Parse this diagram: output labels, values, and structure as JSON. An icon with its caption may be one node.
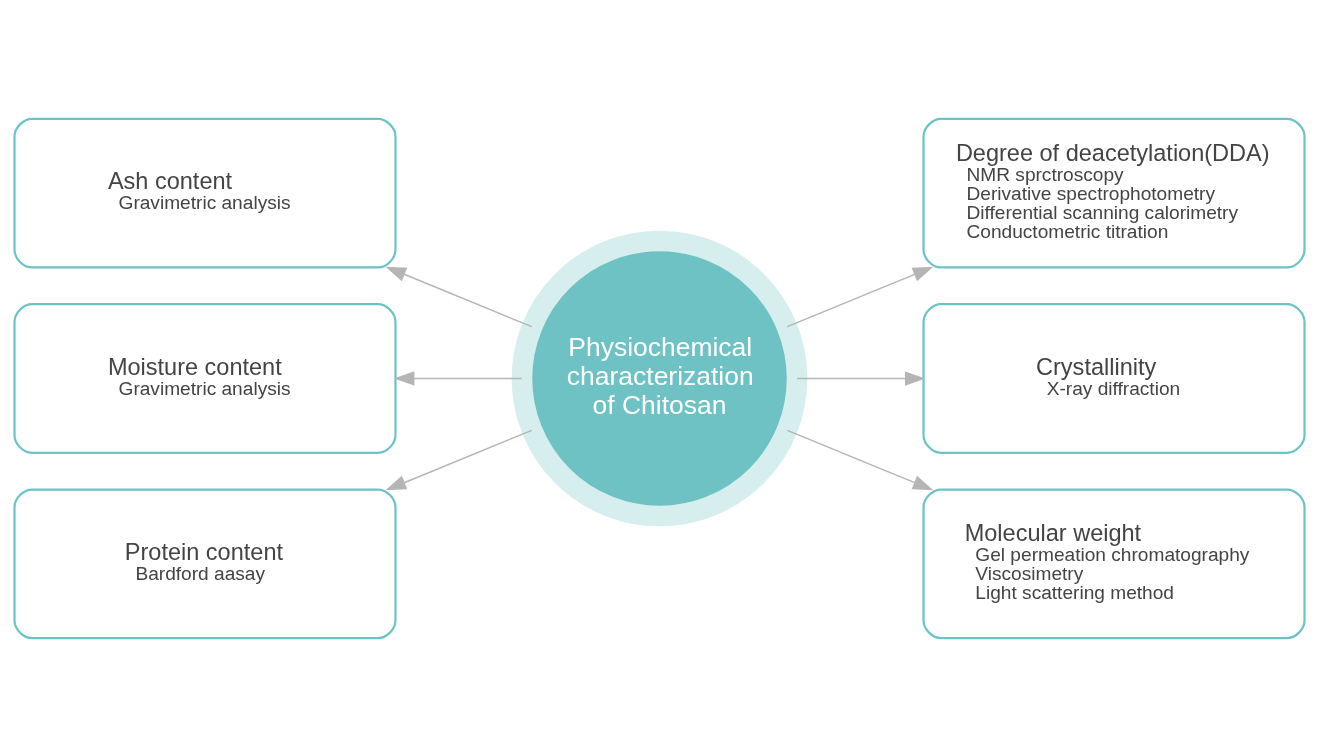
{
  "diagram": {
    "nodes": [
      {
        "text": [
          "Physiochemical characterization of Chitosan"
        ]
      },
      {
        "text": [
          "Ash content",
          "Gravimetric analysis"
        ]
      },
      {
        "text": [
          "Degree of deacetylation(DDA)",
          "NMR sprctroscopy",
          "Derivative spectrophotometry",
          "Differential scanning calorimetry",
          "Conductometric titration"
        ]
      },
      {
        "text": [
          "Moisture content",
          "Gravimetric analysis"
        ]
      },
      {
        "text": [
          "Crystallinity",
          "X-ray diffraction"
        ]
      },
      {
        "text": [
          "Protein content",
          "Bardford aasay"
        ]
      },
      {
        "text": [
          "Molecular weight",
          "Gel permeation chromatography",
          "Viscosimetry",
          "Light scattering method"
        ]
      }
    ],
    "edges": [
      {
        "from": 0,
        "to": 1,
        "arrow": "to"
      },
      {
        "from": 0,
        "to": 2,
        "arrow": "to"
      },
      {
        "from": 0,
        "to": 3,
        "arrow": "to"
      },
      {
        "from": 0,
        "to": 4,
        "arrow": "to"
      },
      {
        "from": 0,
        "to": 5,
        "arrow": "to"
      },
      {
        "from": 0,
        "to": 6,
        "arrow": "to"
      }
    ]
  }
}
